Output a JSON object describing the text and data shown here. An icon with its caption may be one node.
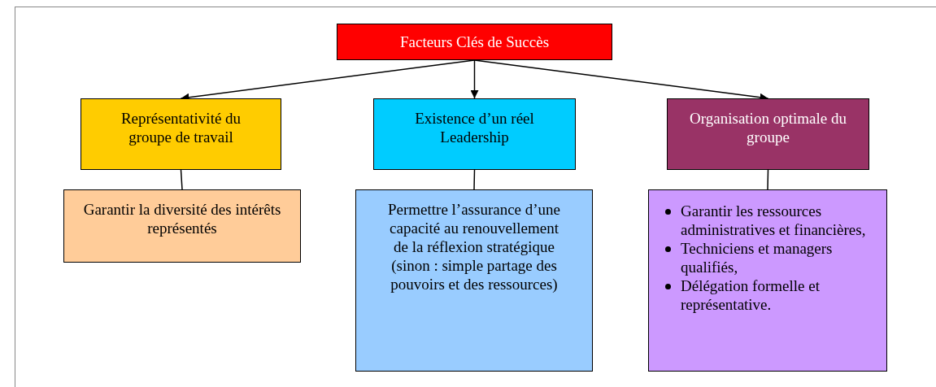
{
  "diagram": {
    "nodes": [
      {
        "text": [
          "Facteurs Clés de Succès"
        ]
      },
      {
        "text": [
          "Représentativité du groupe de travail"
        ]
      },
      {
        "text": [
          "Existence d’un réel Leadership"
        ]
      },
      {
        "text": [
          "Organisation optimale du groupe"
        ]
      },
      {
        "text": [
          "Garantir la diversité des intérêts représentés"
        ]
      },
      {
        "text": [
          "Permettre l’assurance d’une capacité au renouvellement de la réflexion stratégique (sinon : simple partage des pouvoirs et des ressources)"
        ]
      },
      {
        "text": [
          "Garantir les ressources administratives et financières,",
          "Techniciens et managers qualifiés,",
          "Délégation formelle et représentative."
        ]
      }
    ],
    "edges": [
      {
        "from": 0,
        "to": 1,
        "arrow": "to"
      },
      {
        "from": 0,
        "to": 2,
        "arrow": "to"
      },
      {
        "from": 0,
        "to": 3,
        "arrow": "to"
      },
      {
        "from": 1,
        "to": 4,
        "arrow": "none"
      },
      {
        "from": 2,
        "to": 5,
        "arrow": "none"
      },
      {
        "from": 3,
        "to": 6,
        "arrow": "none"
      }
    ]
  }
}
